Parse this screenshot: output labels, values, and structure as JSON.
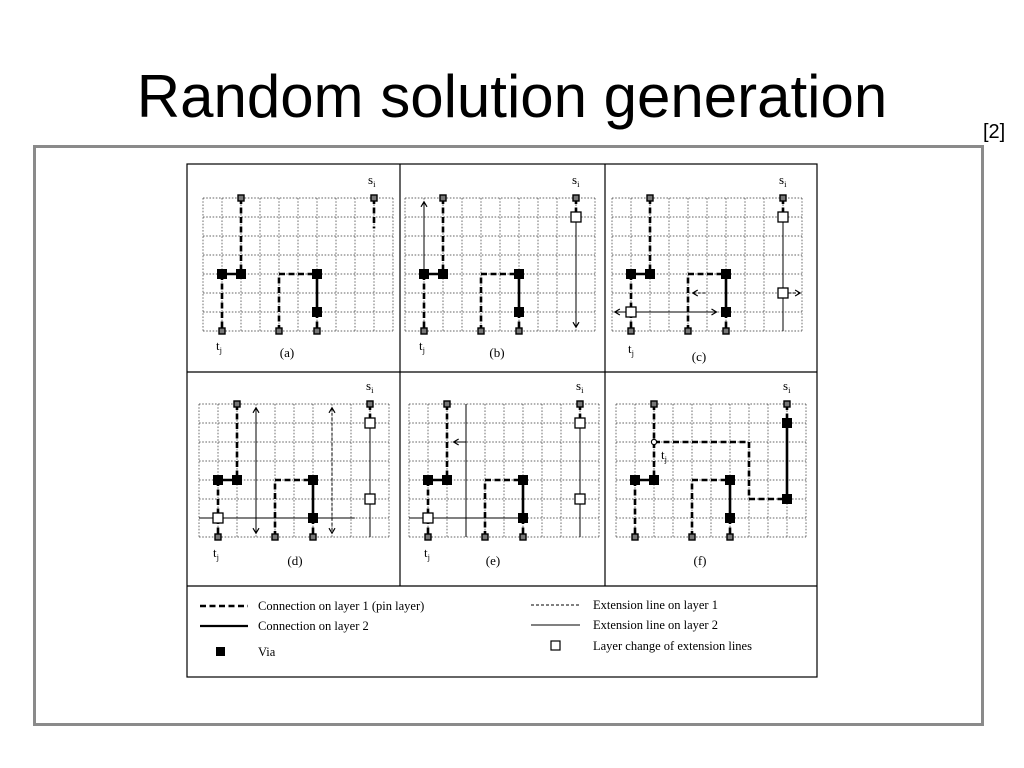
{
  "slide": {
    "title": "Random solution generation",
    "citation": "[2]"
  },
  "figure": {
    "panels": [
      {
        "caption": "(a)",
        "source": {
          "main": "s",
          "sub": "i"
        },
        "sink": {
          "main": "t",
          "sub": "j"
        }
      },
      {
        "caption": "(b)",
        "source": {
          "main": "s",
          "sub": "i"
        },
        "sink": {
          "main": "t",
          "sub": "j"
        }
      },
      {
        "caption": "(c)",
        "source": {
          "main": "s",
          "sub": "i"
        },
        "sink": {
          "main": "t",
          "sub": "j"
        }
      },
      {
        "caption": "(d)",
        "source": {
          "main": "s",
          "sub": "i"
        },
        "sink": {
          "main": "t",
          "sub": "j"
        }
      },
      {
        "caption": "(e)",
        "source": {
          "main": "s",
          "sub": "i"
        },
        "sink": {
          "main": "t",
          "sub": "j"
        }
      },
      {
        "caption": "(f)",
        "source": {
          "main": "s",
          "sub": "i"
        },
        "sink": {
          "main": "t",
          "sub": "j"
        }
      }
    ],
    "legend": {
      "layer1_connection": "Connection on layer 1 (pin layer)",
      "layer2_connection": "Connection on layer 2",
      "via": "Via",
      "layer1_extension": "Extension line on layer 1",
      "layer2_extension": "Extension line on layer 2",
      "layer_change": "Layer change of extension lines"
    }
  }
}
